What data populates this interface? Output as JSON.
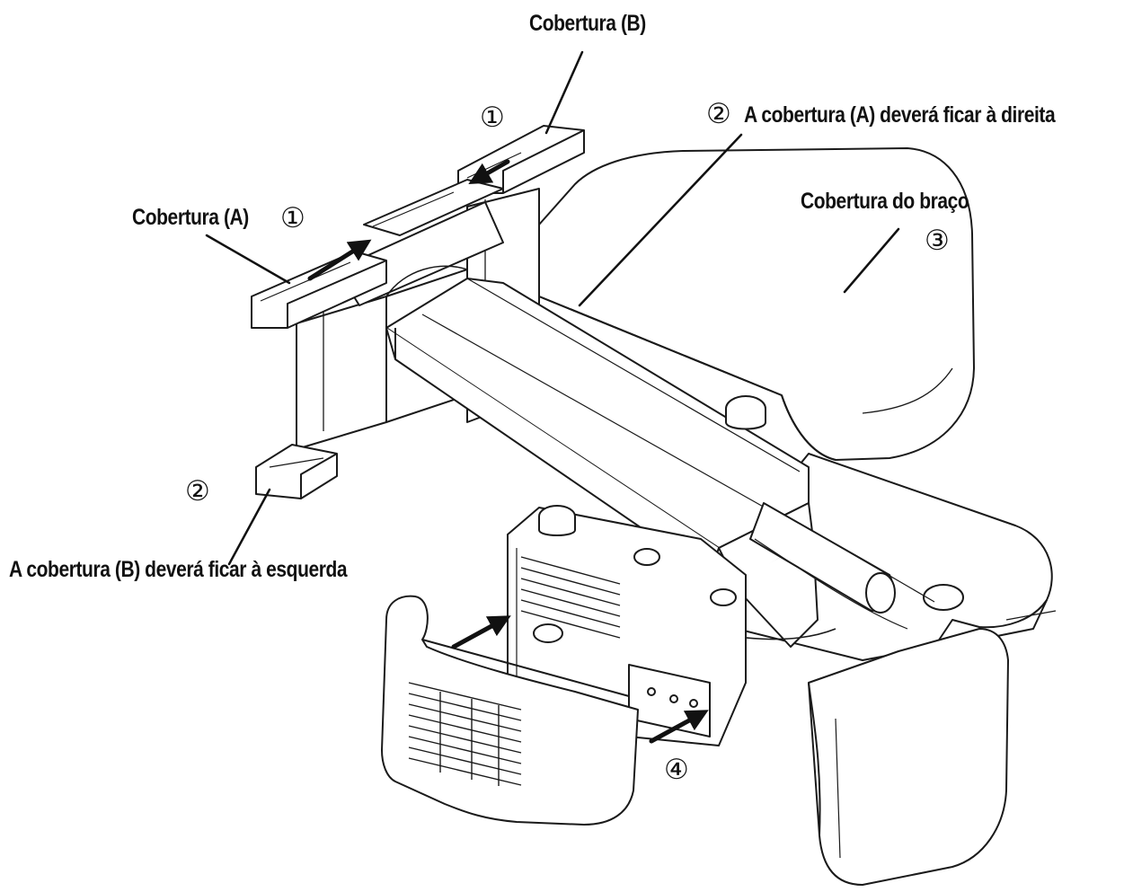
{
  "labels": {
    "cover_b": "Cobertura (B)",
    "cover_a": "Cobertura (A)",
    "cover_a_right": "A cobertura (A) deverá ficar à direita",
    "arm_cover": "Cobertura do braço",
    "cover_b_left": "A cobertura (B) deverá ficar à esquerda"
  },
  "step_markers": {
    "step1_top": "①",
    "step1_left": "①",
    "step2_right": "②",
    "step2_left": "②",
    "step3": "③",
    "step4": "④"
  },
  "colors": {
    "line": "#1a1a1a",
    "fill": "#ffffff",
    "shade": "#e9e9e9",
    "arrow": "#111111"
  }
}
